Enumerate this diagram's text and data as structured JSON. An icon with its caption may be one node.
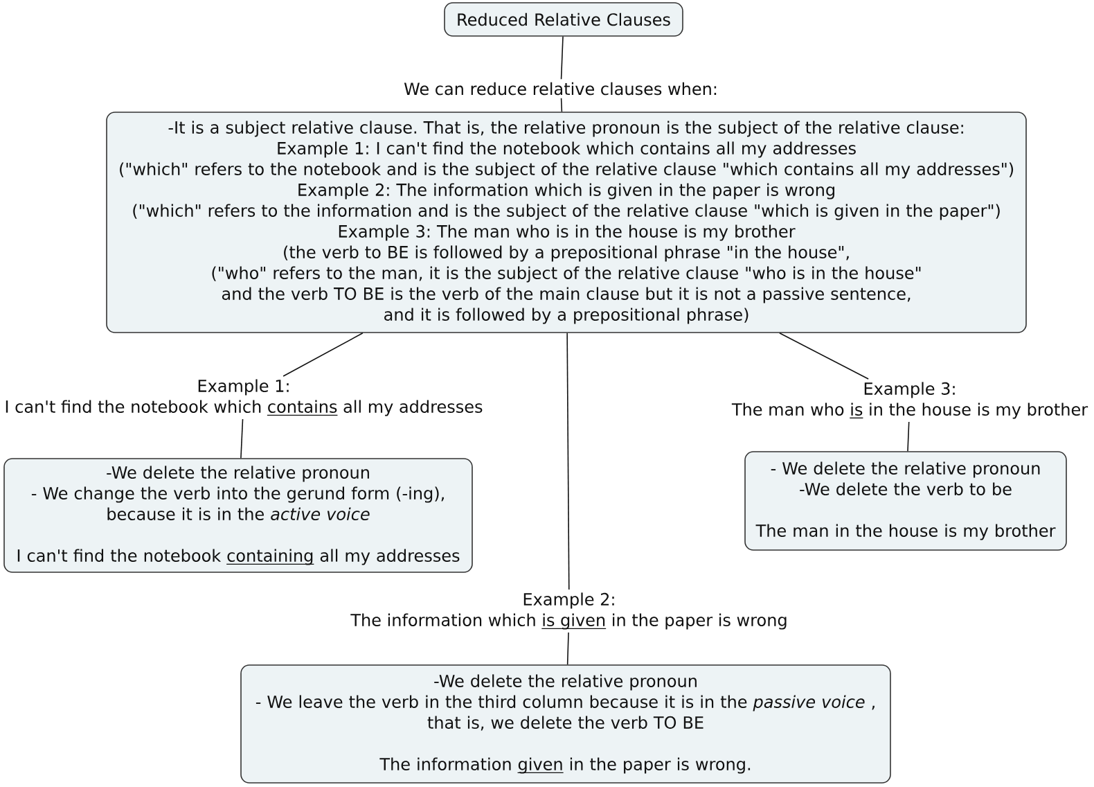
{
  "diagram": {
    "nodes": [
      {
        "text": [
          "Reduced Relative Clauses"
        ]
      },
      {
        "text": [
          "We can reduce relative clauses when:"
        ]
      },
      {
        "text": [
          "-It is a subject relative clause. That is, the relative pronoun is the subject of the relative clause:",
          "Example 1: I can't find the notebook which contains all my addresses",
          "(\"which\" refers to the notebook and is the subject of the relative clause \"which contains all my addresses\")",
          "Example 2: The information which is given in the paper is wrong",
          "(\"which\" refers to the information and is the subject of the relative clause \"which is given in the paper\")",
          "Example 3: The man who is in the house is my brother",
          "(the verb to BE is followed by a prepositional phrase \"in the house\",",
          "(\"who\" refers to the man, it is the subject of the relative clause \"who is in the house\" and the verb TO BE is the verb of the main clause but it is not a passive sentence, and it is followed by a prepositional phrase)"
        ]
      },
      {
        "text": [
          "Example 1:",
          "I can't find the notebook which contains all my addresses"
        ]
      },
      {
        "text": [
          "-We delete the relative pronoun",
          "- We change the verb into the gerund form (-ing), because it is in the *active voice*",
          "I can't find the notebook containing all my addresses"
        ]
      },
      {
        "text": [
          "Example 2:",
          "The information which is given in the paper is wrong"
        ]
      },
      {
        "text": [
          "-We delete the relative pronoun",
          "- We leave the verb in the third column because it is in the *passive voice* , that is, we delete the verb TO BE",
          "The information given in the paper is wrong."
        ]
      },
      {
        "text": [
          "Example 3:",
          "The man who is in the house is my brother"
        ]
      },
      {
        "text": [
          "- We delete the relative pronoun",
          "-We delete the verb to be",
          "The man in the house is my brother"
        ]
      }
    ],
    "edges": [
      {
        "from": 0,
        "to": 1,
        "arrow": "none"
      },
      {
        "from": 1,
        "to": 2,
        "arrow": "none"
      },
      {
        "from": 2,
        "to": 3,
        "arrow": "none"
      },
      {
        "from": 3,
        "to": 4,
        "arrow": "none"
      },
      {
        "from": 2,
        "to": 5,
        "arrow": "none"
      },
      {
        "from": 5,
        "to": 6,
        "arrow": "none"
      },
      {
        "from": 2,
        "to": 7,
        "arrow": "none"
      },
      {
        "from": 7,
        "to": 8,
        "arrow": "none"
      }
    ]
  }
}
